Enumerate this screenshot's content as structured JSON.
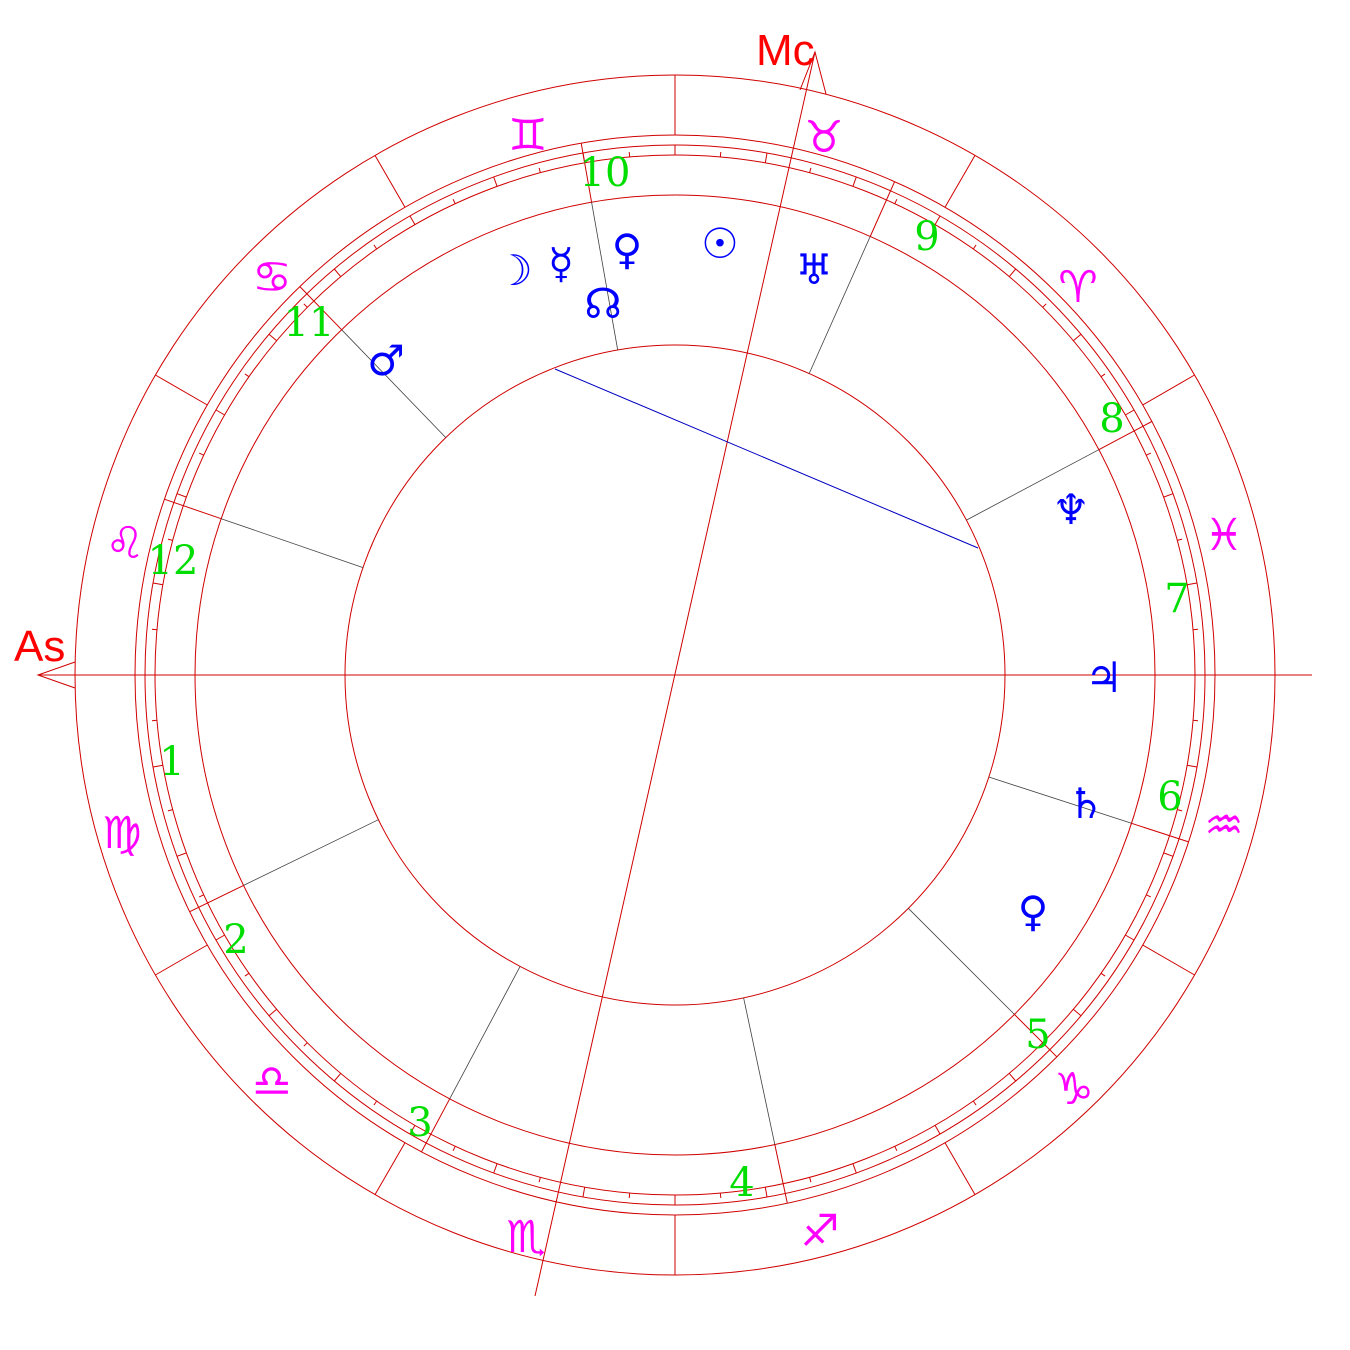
{
  "angles": {
    "ascendant": {
      "label": "As"
    },
    "midheaven": {
      "label": "Mc"
    }
  },
  "signs": [
    {
      "name": "aries-sign",
      "glyph": "♈"
    },
    {
      "name": "taurus-sign",
      "glyph": "♉"
    },
    {
      "name": "gemini-sign",
      "glyph": "♊"
    },
    {
      "name": "cancer-sign",
      "glyph": "♋"
    },
    {
      "name": "leo-sign",
      "glyph": "♌"
    },
    {
      "name": "virgo-sign",
      "glyph": "♍"
    },
    {
      "name": "libra-sign",
      "glyph": "♎"
    },
    {
      "name": "scorpio-sign",
      "glyph": "♏"
    },
    {
      "name": "sagittarius-sign",
      "glyph": "♐"
    },
    {
      "name": "capricorn-sign",
      "glyph": "♑"
    },
    {
      "name": "aquarius-sign",
      "glyph": "♒"
    },
    {
      "name": "pisces-sign",
      "glyph": "♓"
    }
  ],
  "houses": [
    "1",
    "2",
    "3",
    "4",
    "5",
    "6",
    "7",
    "8",
    "9",
    "10",
    "11",
    "12"
  ],
  "planets": [
    {
      "name": "moon-glyph",
      "glyph": "☽"
    },
    {
      "name": "mercury-glyph",
      "glyph": "☿"
    },
    {
      "name": "venus-glyph",
      "glyph": "♀"
    },
    {
      "name": "sun-glyph",
      "glyph": "☉"
    },
    {
      "name": "uranus-glyph",
      "glyph": "♅"
    },
    {
      "name": "north-node-glyph",
      "glyph": "☊"
    },
    {
      "name": "mars-glyph",
      "glyph": "♂"
    },
    {
      "name": "neptune-glyph",
      "glyph": "♆"
    },
    {
      "name": "jupiter-glyph",
      "glyph": "♃"
    },
    {
      "name": "saturn-glyph",
      "glyph": "♄"
    },
    {
      "name": "pluto-glyph",
      "glyph": "♀"
    }
  ],
  "colors": {
    "rings": "#d00000",
    "signs": "#ff00ff",
    "houses": "#00dd00",
    "planets": "#0000ff",
    "angles": "#ff0000",
    "aspect": "#0000c0"
  }
}
